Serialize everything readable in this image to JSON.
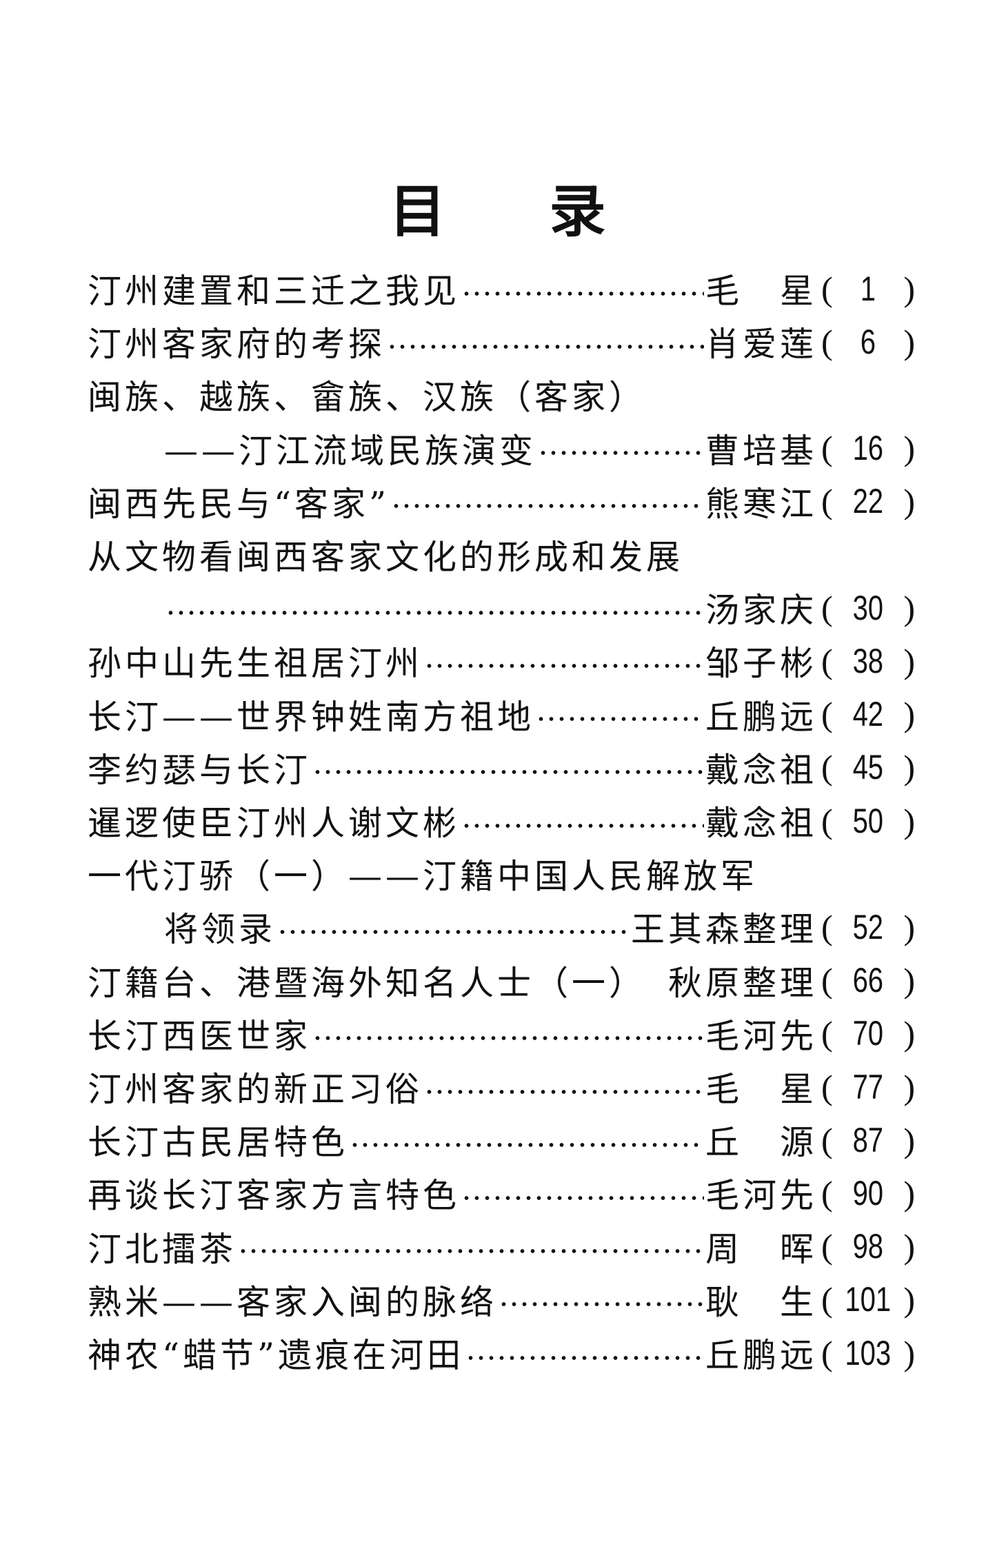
{
  "title": {
    "char1": "目",
    "char2": "录"
  },
  "paren_open": "(",
  "paren_close": ")",
  "entries": [
    {
      "title": "汀州建置和三迁之我见",
      "author": "毛　星",
      "page": "1"
    },
    {
      "title": "汀州客家府的考探",
      "author": "肖爱莲",
      "page": "6"
    },
    {
      "title": "闽族、越族、畲族、汉族（客家）",
      "title_cont": "——汀江流域民族演变",
      "author": "曹培基",
      "page": "16"
    },
    {
      "title": "闽西先民与“客家”",
      "author": "熊寒江",
      "page": "22"
    },
    {
      "title": "从文物看闽西客家文化的形成和发展",
      "title_cont": "",
      "author": "汤家庆",
      "page": "30"
    },
    {
      "title": "孙中山先生祖居汀州",
      "author": "邹子彬",
      "page": "38"
    },
    {
      "title": "长汀——世界钟姓南方祖地",
      "author": "丘鹏远",
      "page": "42"
    },
    {
      "title": "李约瑟与长汀",
      "author": "戴念祖",
      "page": "45"
    },
    {
      "title": "暹逻使臣汀州人谢文彬",
      "author": "戴念祖",
      "page": "50"
    },
    {
      "title": "一代汀骄（一）——汀籍中国人民解放军",
      "title_cont": "将领录",
      "author": "王其森整理",
      "page": "52"
    },
    {
      "title": "汀籍台、港暨海外知名人士（一）",
      "author": "秋原整理",
      "page": "66",
      "no_leader": true
    },
    {
      "title": "长汀西医世家",
      "author": "毛河先",
      "page": "70"
    },
    {
      "title": "汀州客家的新正习俗",
      "author": "毛　星",
      "page": "77"
    },
    {
      "title": "长汀古民居特色",
      "author": "丘　源",
      "page": "87"
    },
    {
      "title": "再谈长汀客家方言特色",
      "author": "毛河先",
      "page": "90"
    },
    {
      "title": "汀北擂茶",
      "author": "周　晖",
      "page": "98"
    },
    {
      "title": "熟米——客家入闽的脉络",
      "author": "耿　生",
      "page": "101"
    },
    {
      "title": "神农“蜡节”遗痕在河田",
      "author": "丘鹏远",
      "page": "103"
    }
  ]
}
